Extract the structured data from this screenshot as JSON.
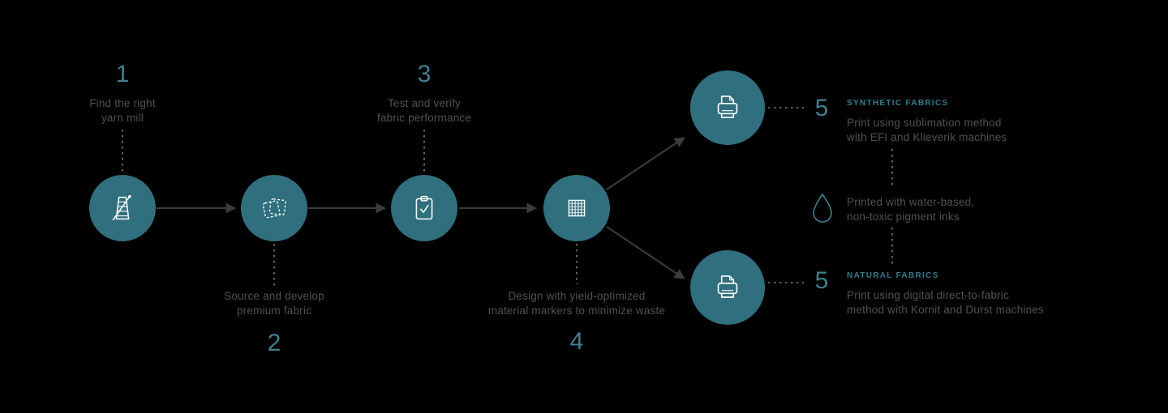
{
  "theme": {
    "bg": "#000000",
    "circle": "#2f6f7e",
    "icon": "#ffffff",
    "number": "#3f7f8f",
    "text": "#4e5153",
    "label": "#2f7d8d",
    "line": "#393d3f",
    "dash": "#7c7e80"
  },
  "steps": [
    {
      "number": "1",
      "icon": "yarn-spool",
      "lines": [
        "Find the right",
        "yarn mill"
      ]
    },
    {
      "number": "2",
      "icon": "fabric-swatches",
      "lines": [
        "Source and develop",
        "premium fabric"
      ]
    },
    {
      "number": "3",
      "icon": "clipboard-check",
      "lines": [
        "Test and verify",
        "fabric performance"
      ]
    },
    {
      "number": "4",
      "icon": "fabric-marker",
      "lines": [
        "Design with yield-optimized",
        "material markers to minimize waste"
      ]
    }
  ],
  "branches": [
    {
      "number": "5",
      "icon": "printer",
      "label": "SYNTHETIC FABRICS",
      "lines": [
        "Print using sublimation method",
        "with EFI and Klieverik machines"
      ]
    },
    {
      "number": "5",
      "icon": "printer",
      "label": "NATURAL FABRICS",
      "lines": [
        "Print using digital direct-to-fabric",
        "method with Kornit and Durst machines"
      ]
    }
  ],
  "note": {
    "icon": "water-drop",
    "lines": [
      "Printed with water-based,",
      "non-toxic pigment inks"
    ]
  }
}
